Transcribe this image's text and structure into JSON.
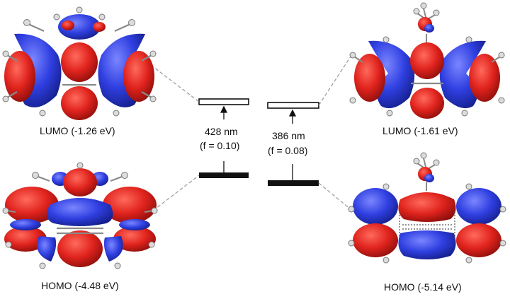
{
  "orbitals": {
    "left_lumo": "LUMO (-1.26 eV)",
    "left_homo": "HOMO (-4.48 eV)",
    "right_lumo": "LUMO (-1.61 eV)",
    "right_homo": "HOMO (-5.14 eV)"
  },
  "transitions": {
    "left_wavelength": "428 nm",
    "left_strength": "(f = 0.10)",
    "right_wavelength": "386 nm",
    "right_strength": "(f = 0.08)"
  },
  "colors": {
    "positive_lobe": "#e0231d",
    "negative_lobe": "#2f3fe0",
    "bond": "#8a8a8a",
    "hydrogen": "#dcdcdc",
    "level_line": "#111111",
    "connector": "#9a9a9a"
  }
}
